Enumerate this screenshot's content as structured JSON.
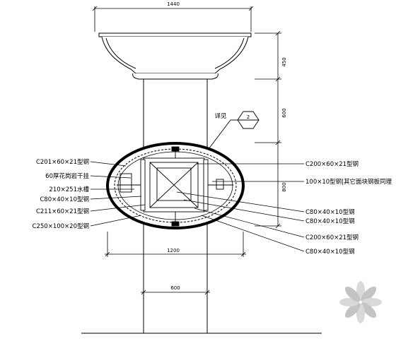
{
  "dimensions": {
    "top_width": "1440",
    "height_bowl": "450",
    "height_upper": "600",
    "height_section": "800",
    "section_width": "1200",
    "column_width": "600"
  },
  "detail_callout": {
    "text": "详见",
    "number": "2"
  },
  "labels_left": [
    "C201×60×21型钢",
    "60厚花岗岩干挂",
    "210×251水槽",
    "C80×40×10型钢",
    "C211×60×21型钢",
    "C250×100×20型钢"
  ],
  "labels_right": [
    "C200×60×21型钢",
    "100×10型钢|其它面块钢板同理",
    "C80×40×10型钢",
    "C80×40×10型钢",
    "C200×60×21型钢",
    "C80×40×10型钢"
  ],
  "watermark_colors": {
    "petal": "#d9d9d9",
    "petal_dark": "#c4c4c4"
  }
}
